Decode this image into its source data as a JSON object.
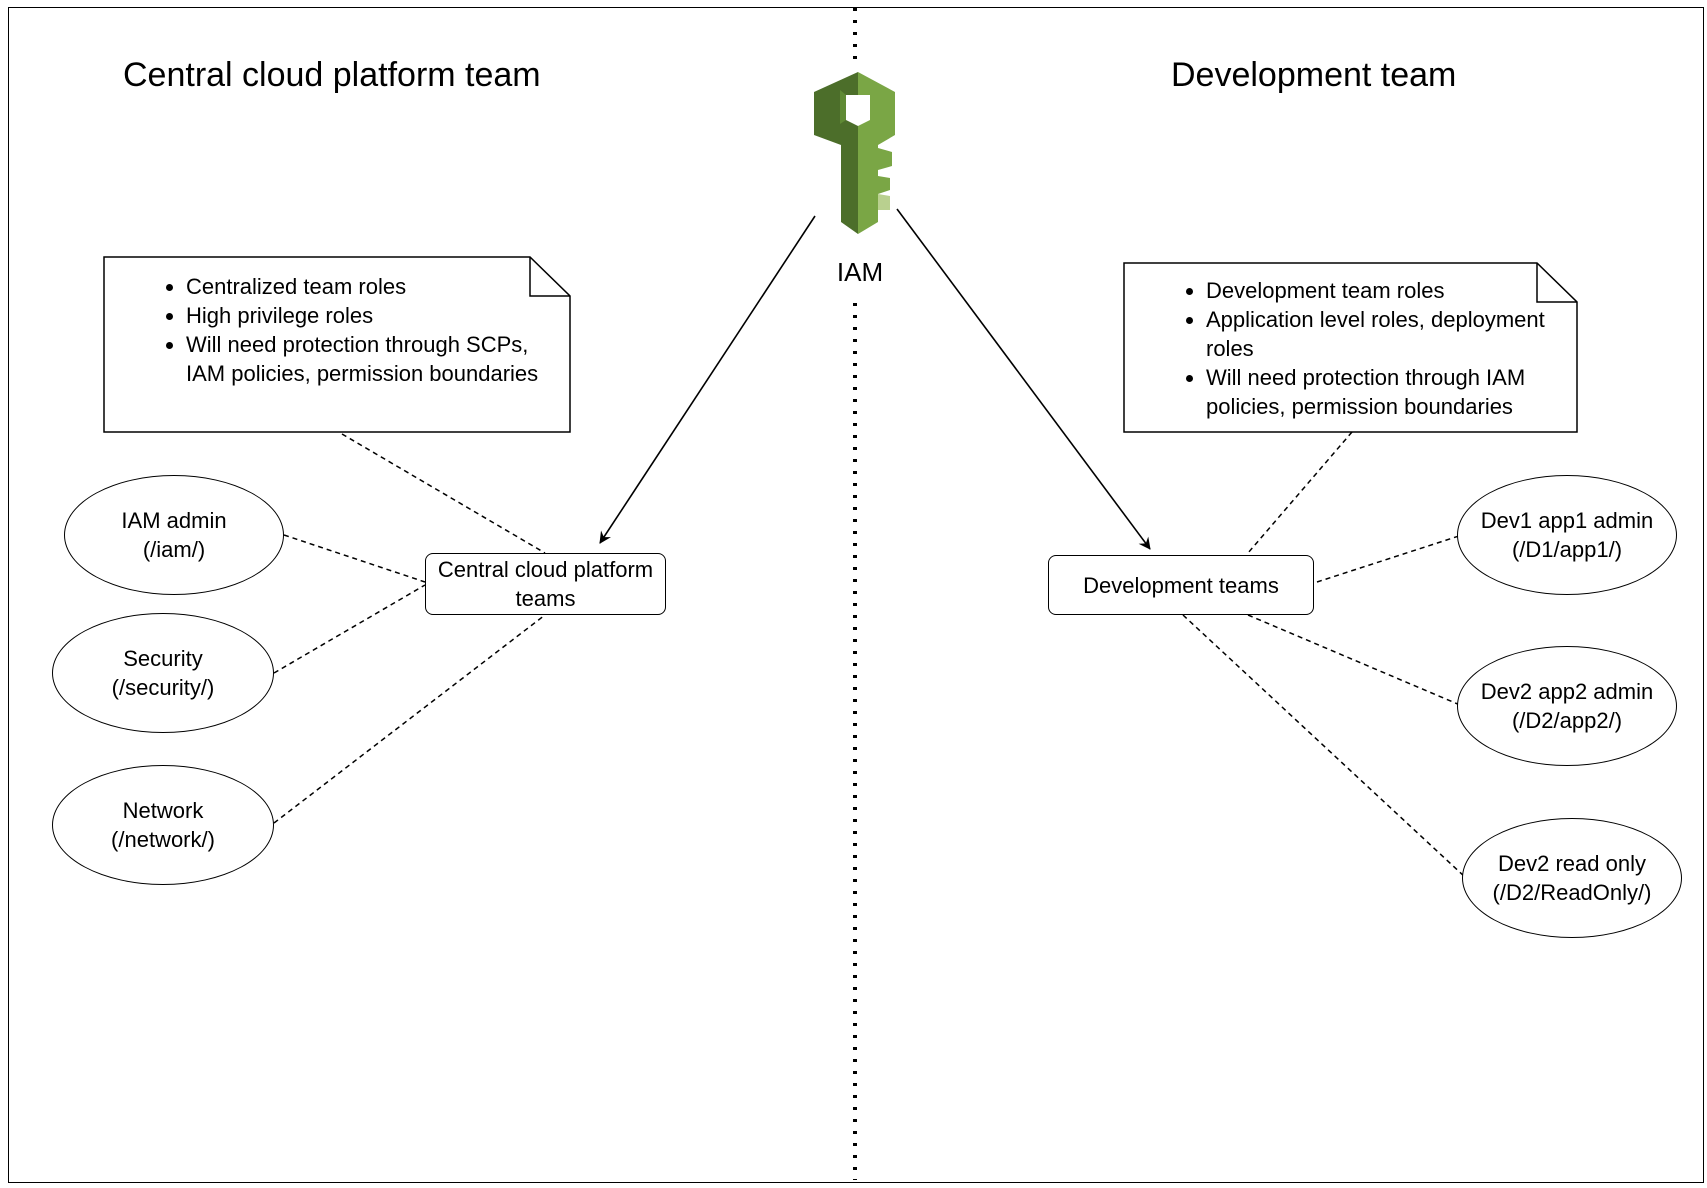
{
  "headings": {
    "left": "Central cloud platform team",
    "right": "Development team"
  },
  "iam": {
    "label": "IAM",
    "icon": "iam-key-icon",
    "colors": {
      "light": "#7aa645",
      "dark": "#4c6e2a",
      "mid": "#5f8a34"
    }
  },
  "left_note": {
    "items": [
      "Centralized team roles",
      "High privilege roles",
      "Will need protection through SCPs, IAM policies, permission boundaries"
    ]
  },
  "right_note": {
    "items": [
      "Development team roles",
      "Application level roles, deployment roles",
      "Will need protection through IAM policies, permission boundaries"
    ]
  },
  "left_hub": {
    "label_line1": "Central cloud platform",
    "label_line2": "teams"
  },
  "right_hub": {
    "label": "Development teams"
  },
  "left_roles": [
    {
      "name": "IAM admin",
      "path": "(/iam/)"
    },
    {
      "name": "Security",
      "path": "(/security/)"
    },
    {
      "name": "Network",
      "path": "(/network/)"
    }
  ],
  "right_roles": [
    {
      "name": "Dev1 app1 admin",
      "path": "(/D1/app1/)"
    },
    {
      "name": "Dev2 app2 admin",
      "path": "(/D2/app2/)"
    },
    {
      "name": "Dev2 read only",
      "path": "(/D2/ReadOnly/)"
    }
  ]
}
